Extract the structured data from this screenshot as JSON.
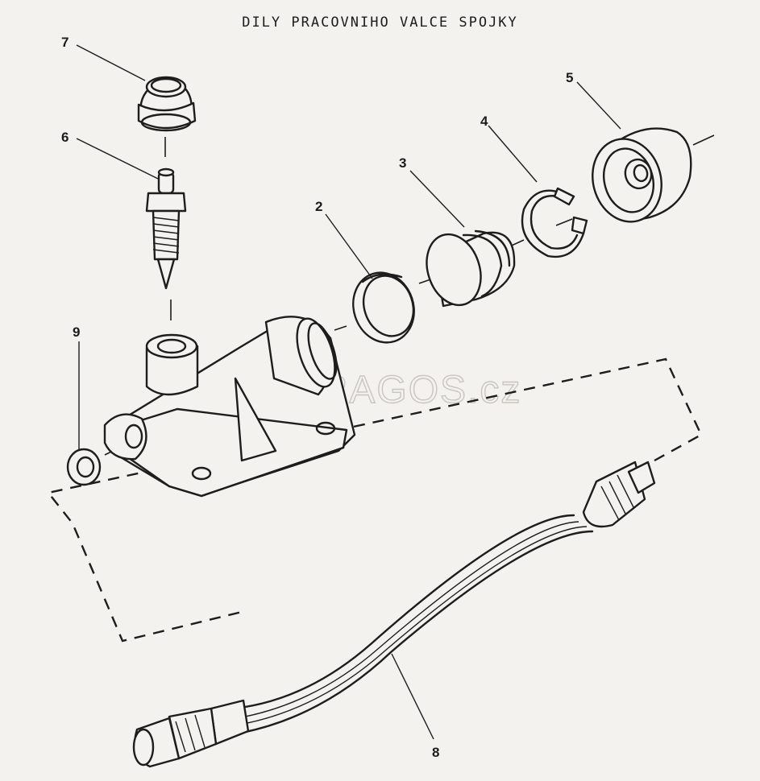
{
  "title": "DILY PRACOVNIHO VALCE SPOJKY",
  "watermark": "www.PRAGOS.cz",
  "parts": [
    {
      "number": "2"
    },
    {
      "number": "3"
    },
    {
      "number": "4"
    },
    {
      "number": "5"
    },
    {
      "number": "6"
    },
    {
      "number": "7"
    },
    {
      "number": "8"
    },
    {
      "number": "9"
    }
  ],
  "colors": {
    "ink": "#1d1d1d",
    "paper": "#f4f2ee",
    "watermark": "#c9c6c0"
  }
}
